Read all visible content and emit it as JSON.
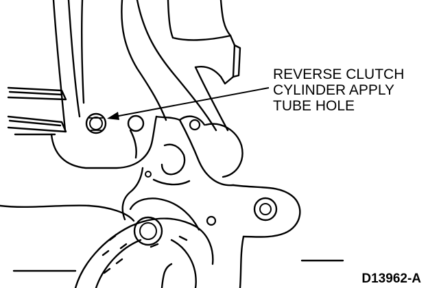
{
  "callout": {
    "line1": "REVERSE CLUTCH",
    "line2": "CYLINDER APPLY",
    "line3": "TUBE HOLE"
  },
  "figure_id": "D13962-A",
  "colors": {
    "ink": "#000000",
    "paper": "#ffffff"
  }
}
